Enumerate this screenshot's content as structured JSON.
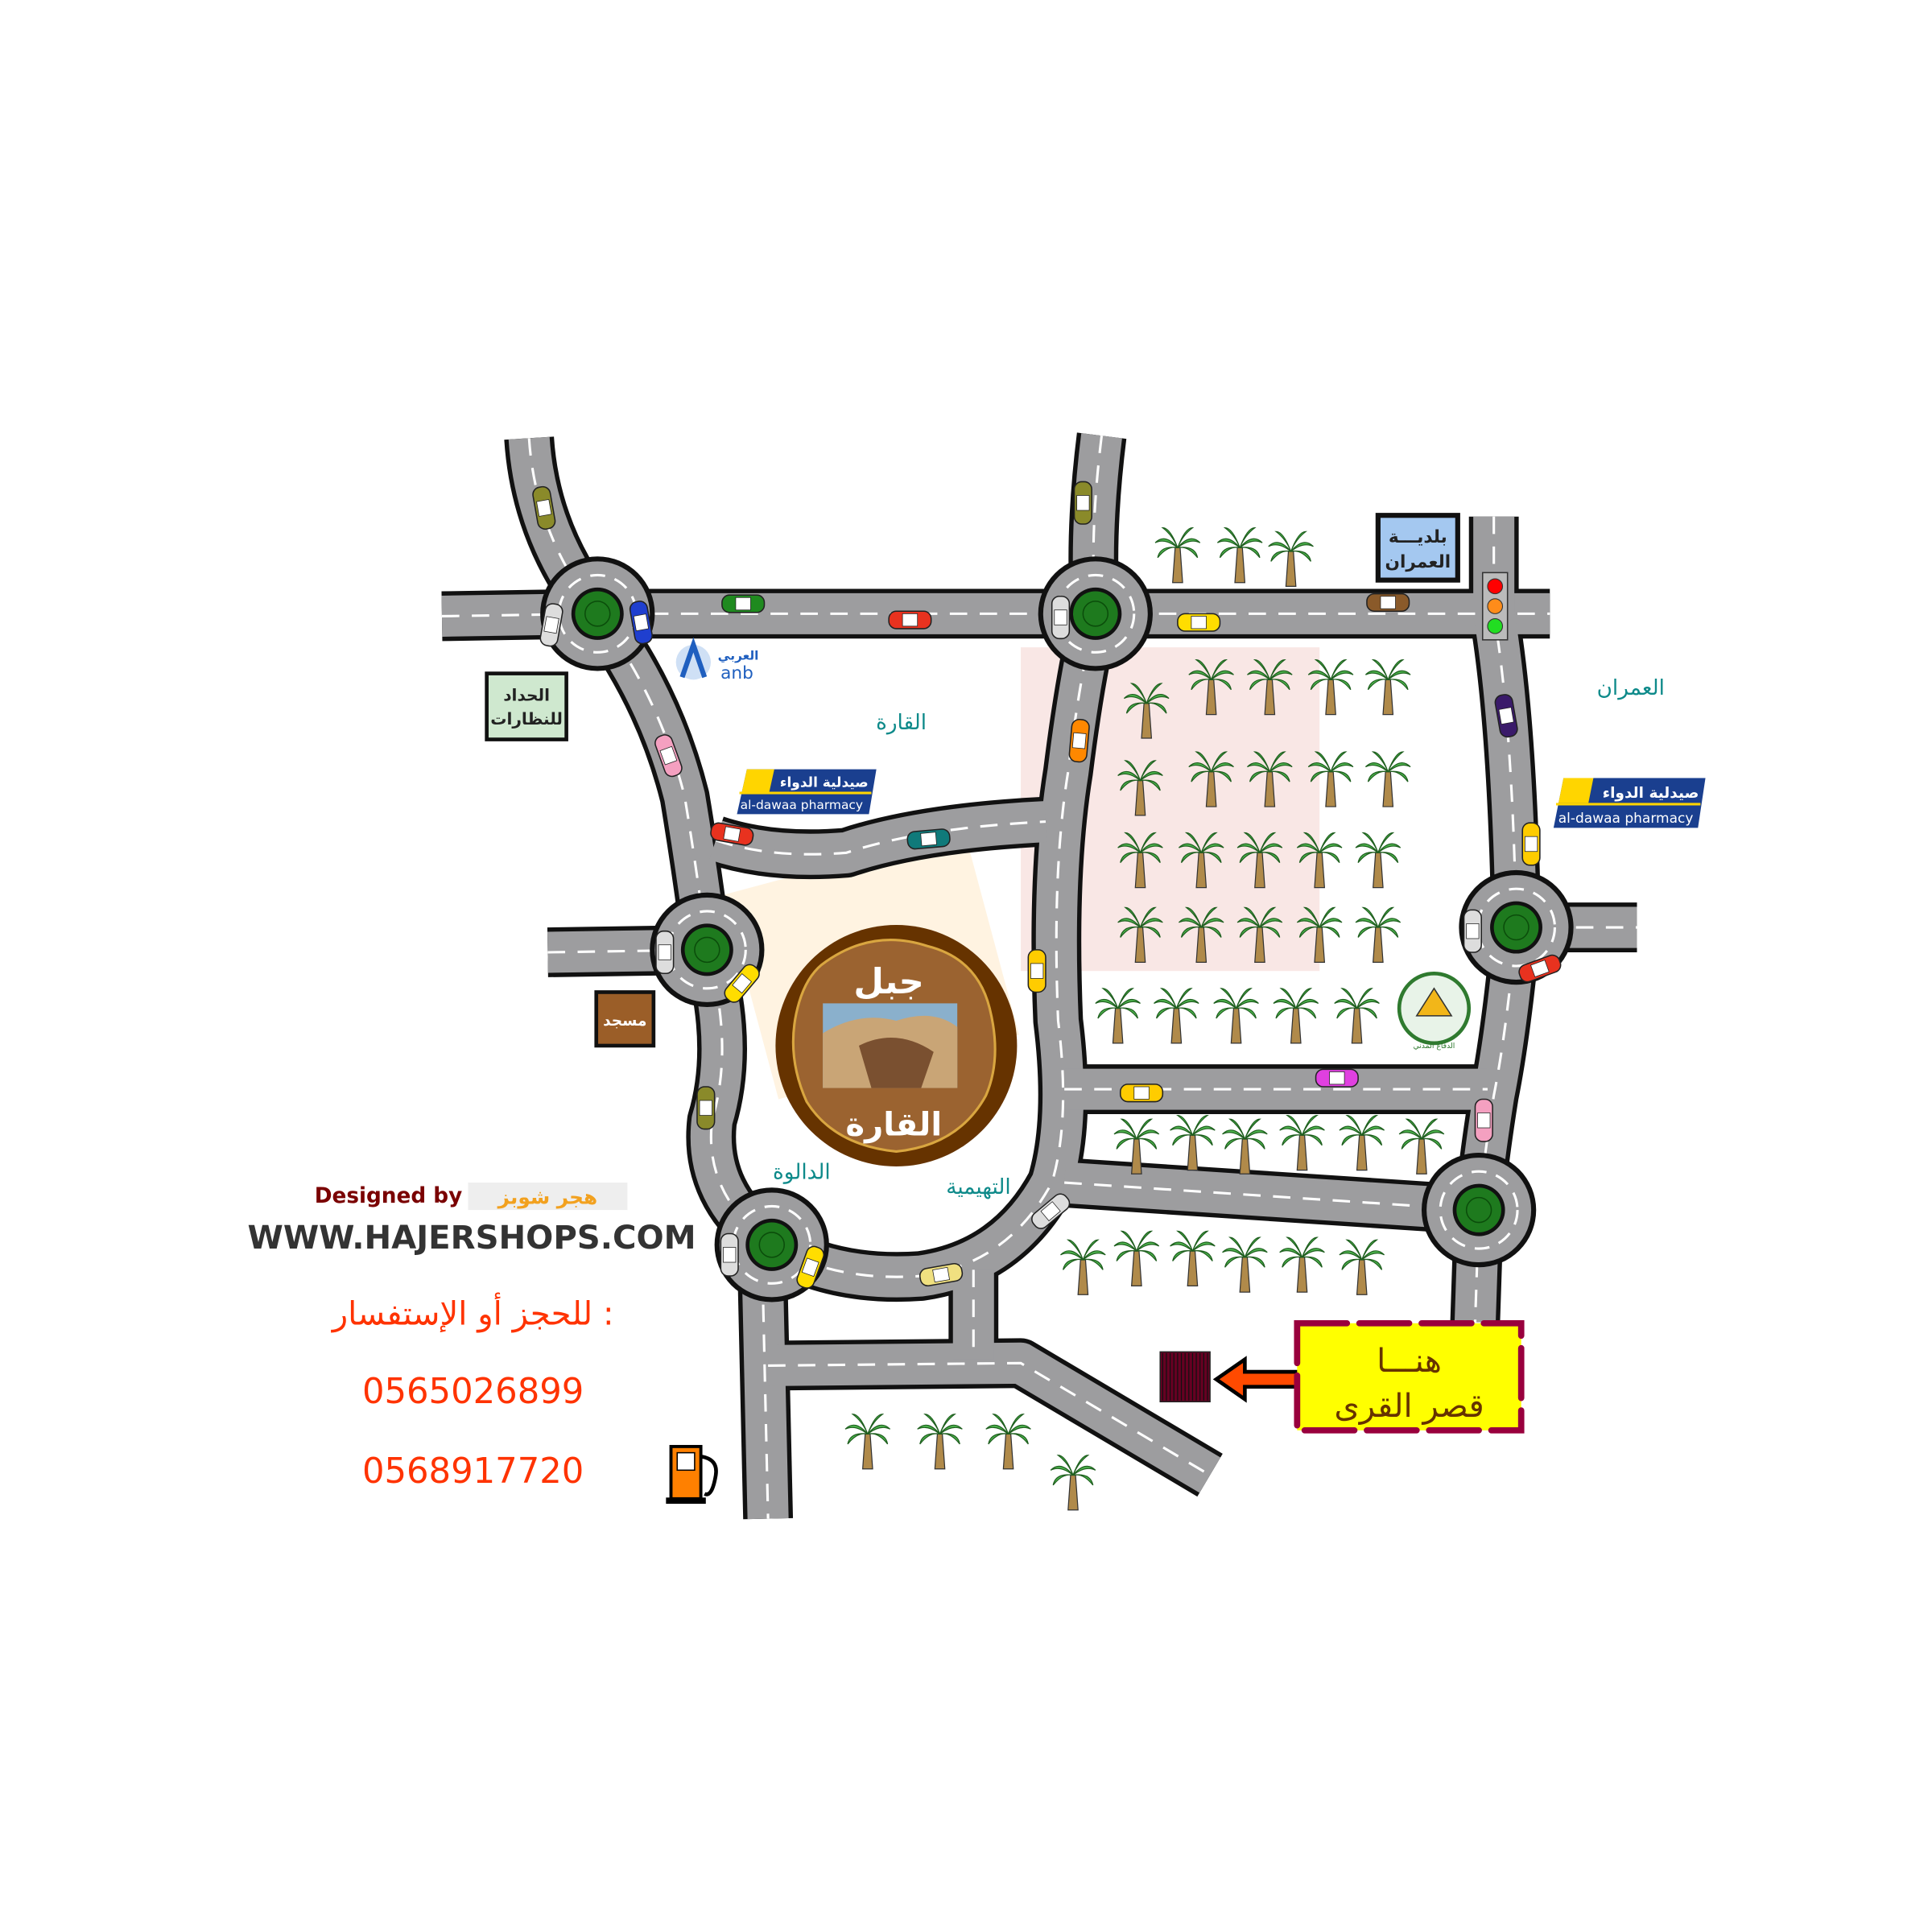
{
  "map": {
    "districts": {
      "qara_north": "القارة",
      "omran": "العمران",
      "dalwa": "الدالوة",
      "tuhaimiya": "التهيمية"
    },
    "landmarks": {
      "municipality": [
        "بلديـــة",
        "العمران"
      ],
      "optics": [
        "الحداد",
        "للنظارات"
      ],
      "mosque": "مسجد",
      "bank": {
        "ar": "العربي",
        "en": "anb"
      },
      "pharmacy": {
        "ar": "صيدلية الدواء",
        "en": "al-dawaa pharmacy"
      },
      "mountain": {
        "top": "جبل",
        "bottom": "القارة"
      },
      "civil_defense": "الدفاع المدني"
    },
    "destination": {
      "line1": "هنـــا",
      "line2": "قصر القرى"
    },
    "icons": [
      "traffic-light-icon",
      "fuel-pump-icon",
      "palm-tree-icon",
      "car-icon",
      "arrow-left-icon"
    ]
  },
  "credits": {
    "designed_by": "Designed by",
    "brand_ar": "هجر شوبز",
    "website": "WWW.HAJERSHOPS.COM",
    "contact_label": "للحجز أو الإستفسار :",
    "phones": [
      "0565026899",
      "0568917720"
    ]
  },
  "colors": {
    "road": "#9d9d9f",
    "roundabout_center": "#1e7a1e",
    "district_text": "#0e8a8a",
    "phone_text": "#ff3300",
    "destination_fill": "#ffff00",
    "destination_border": "#99003d",
    "mountain": "#663300"
  }
}
